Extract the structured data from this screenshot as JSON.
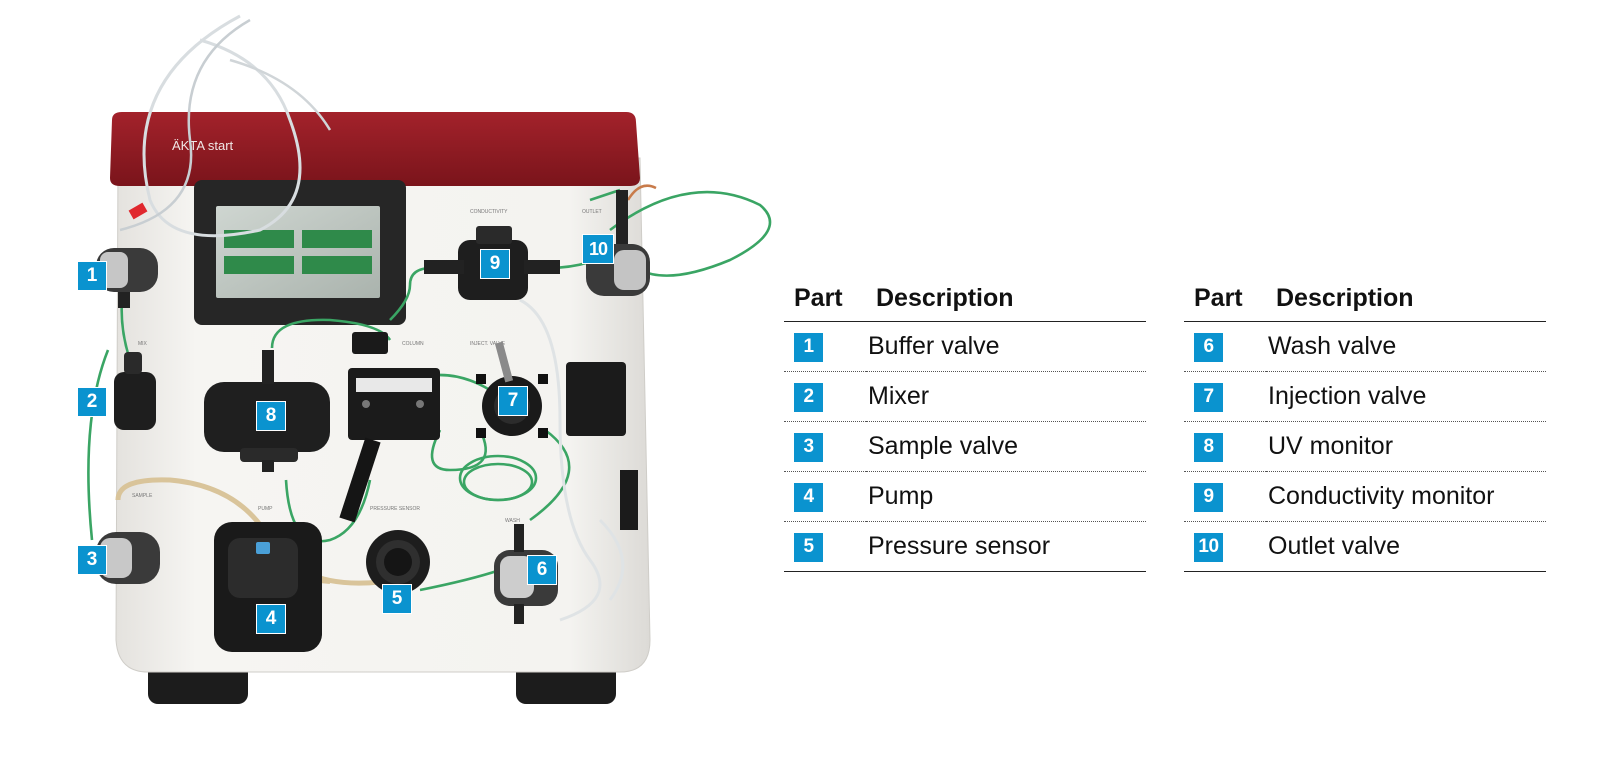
{
  "device": {
    "brand_label": "ÄKTA start",
    "panel_labels": {
      "conductivity": "CONDUCTIVITY",
      "outlet": "OUTLET",
      "column": "COLUMN",
      "inject_valve": "INJECT. VALVE",
      "pump": "PUMP",
      "pressure_sensor": "PRESSURE SENSOR",
      "sample": "SAMPLE",
      "mixer": "MIX",
      "wash": "WASH"
    },
    "callouts": [
      "1",
      "2",
      "3",
      "4",
      "5",
      "6",
      "7",
      "8",
      "9",
      "10"
    ]
  },
  "table": {
    "col_part": "Part",
    "col_description": "Description",
    "left": [
      {
        "num": "1",
        "desc": "Buffer valve"
      },
      {
        "num": "2",
        "desc": "Mixer"
      },
      {
        "num": "3",
        "desc": "Sample valve"
      },
      {
        "num": "4",
        "desc": "Pump"
      },
      {
        "num": "5",
        "desc": "Pressure sensor"
      }
    ],
    "right": [
      {
        "num": "6",
        "desc": "Wash valve"
      },
      {
        "num": "7",
        "desc": "Injection valve"
      },
      {
        "num": "8",
        "desc": "UV monitor"
      },
      {
        "num": "9",
        "desc": "Conductivity monitor"
      },
      {
        "num": "10",
        "desc": "Outlet valve"
      }
    ]
  },
  "colors": {
    "callout_blue": "#0a93cf",
    "lid_red": "#8e1a22",
    "tubing_green": "#3aa564",
    "body_white": "#f2f0ec"
  }
}
